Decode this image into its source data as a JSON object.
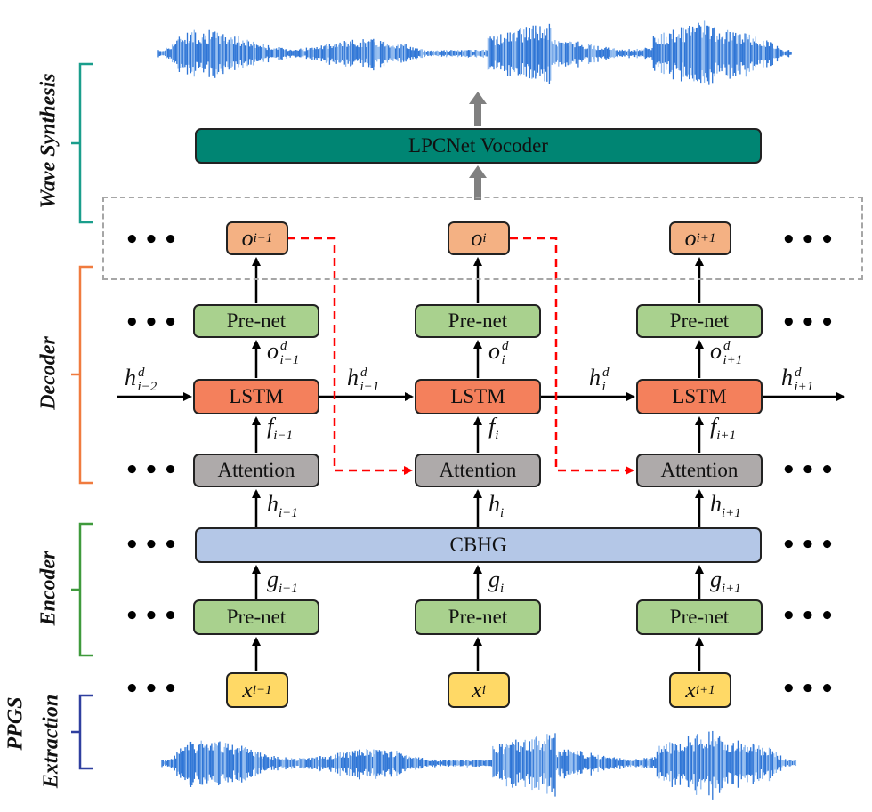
{
  "sections": {
    "wave_synthesis": "Wave Synthesis",
    "decoder": "Decoder",
    "encoder": "Encoder",
    "ppgs_line1": "PPGS",
    "ppgs_line2": "Extraction"
  },
  "colors": {
    "wave": "#2e75d6",
    "wave_light": "#8db8ee",
    "wave_bracket": "#1a9e8c",
    "decoder_bracket": "#f07b3f",
    "encoder_bracket": "#3f9a3c",
    "ppgs_bracket": "#2f3f9f",
    "dashed_arrow": "#ff0000"
  },
  "blocks": {
    "vocoder": "LPCNet Vocoder",
    "cbhg": "CBHG",
    "prenet": "Pre-net",
    "lstm": "LSTM",
    "attention": "Attention"
  },
  "columns": [
    {
      "o": "o",
      "o_sub": "i−1",
      "od": "o",
      "od_sup": "d",
      "od_sub": "i−1",
      "f": "f",
      "f_sub": "i−1",
      "h": "h",
      "h_sub": "i−1",
      "g": "g",
      "g_sub": "i−1",
      "x": "x",
      "x_sub": "i−1"
    },
    {
      "o": "o",
      "o_sub": "i",
      "od": "o",
      "od_sup": "d",
      "od_sub": "i",
      "f": "f",
      "f_sub": "i",
      "h": "h",
      "h_sub": "i",
      "g": "g",
      "g_sub": "i",
      "x": "x",
      "x_sub": "i"
    },
    {
      "o": "o",
      "o_sub": "i+1",
      "od": "o",
      "od_sup": "d",
      "od_sub": "i+1",
      "f": "f",
      "f_sub": "i+1",
      "h": "h",
      "h_sub": "i+1",
      "g": "g",
      "g_sub": "i+1",
      "x": "x",
      "x_sub": "i+1"
    }
  ],
  "hidden_states": [
    {
      "base": "h",
      "sup": "d",
      "sub": "i−2"
    },
    {
      "base": "h",
      "sup": "d",
      "sub": "i−1"
    },
    {
      "base": "h",
      "sup": "d",
      "sub": "i"
    },
    {
      "base": "h",
      "sup": "d",
      "sub": "i+1"
    }
  ],
  "ellipsis": "•••"
}
